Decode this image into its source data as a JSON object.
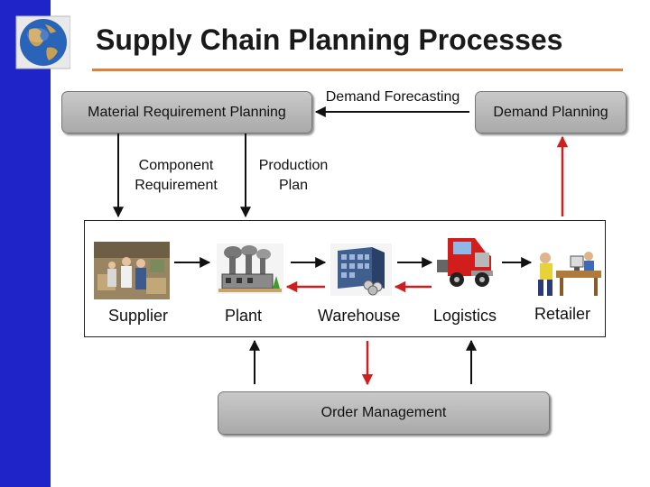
{
  "title": "Supply Chain Planning Processes",
  "boxes": {
    "mrp": "Material Requirement  Planning",
    "forecasting": "Demand Forecasting",
    "demand_planning": "Demand Planning",
    "order_management": "Order Management"
  },
  "labels": {
    "component_line1": "Component",
    "component_line2": "Requirement",
    "production_line1": "Production",
    "production_line2": "Plan"
  },
  "nodes": [
    "Supplier",
    "Plant",
    "Warehouse",
    "Logistics",
    "Retailer"
  ],
  "colors": {
    "sidebar": "#1f24c8",
    "rule": "#d9843a",
    "red_arrow": "#cc1f1f",
    "black_arrow": "#111111"
  }
}
